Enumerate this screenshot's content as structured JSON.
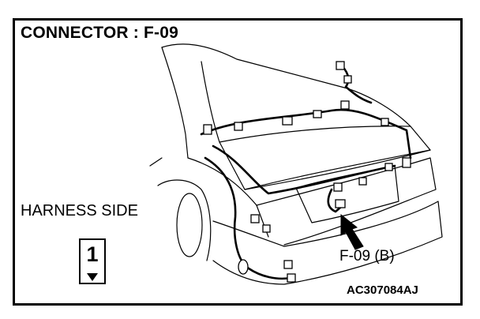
{
  "diagram": {
    "title": "CONNECTOR : F-09",
    "side_label": "HARNESS SIDE",
    "connector_label": "F-09 (B)",
    "figure_code": "AC307084AJ",
    "page_marker": "1"
  }
}
